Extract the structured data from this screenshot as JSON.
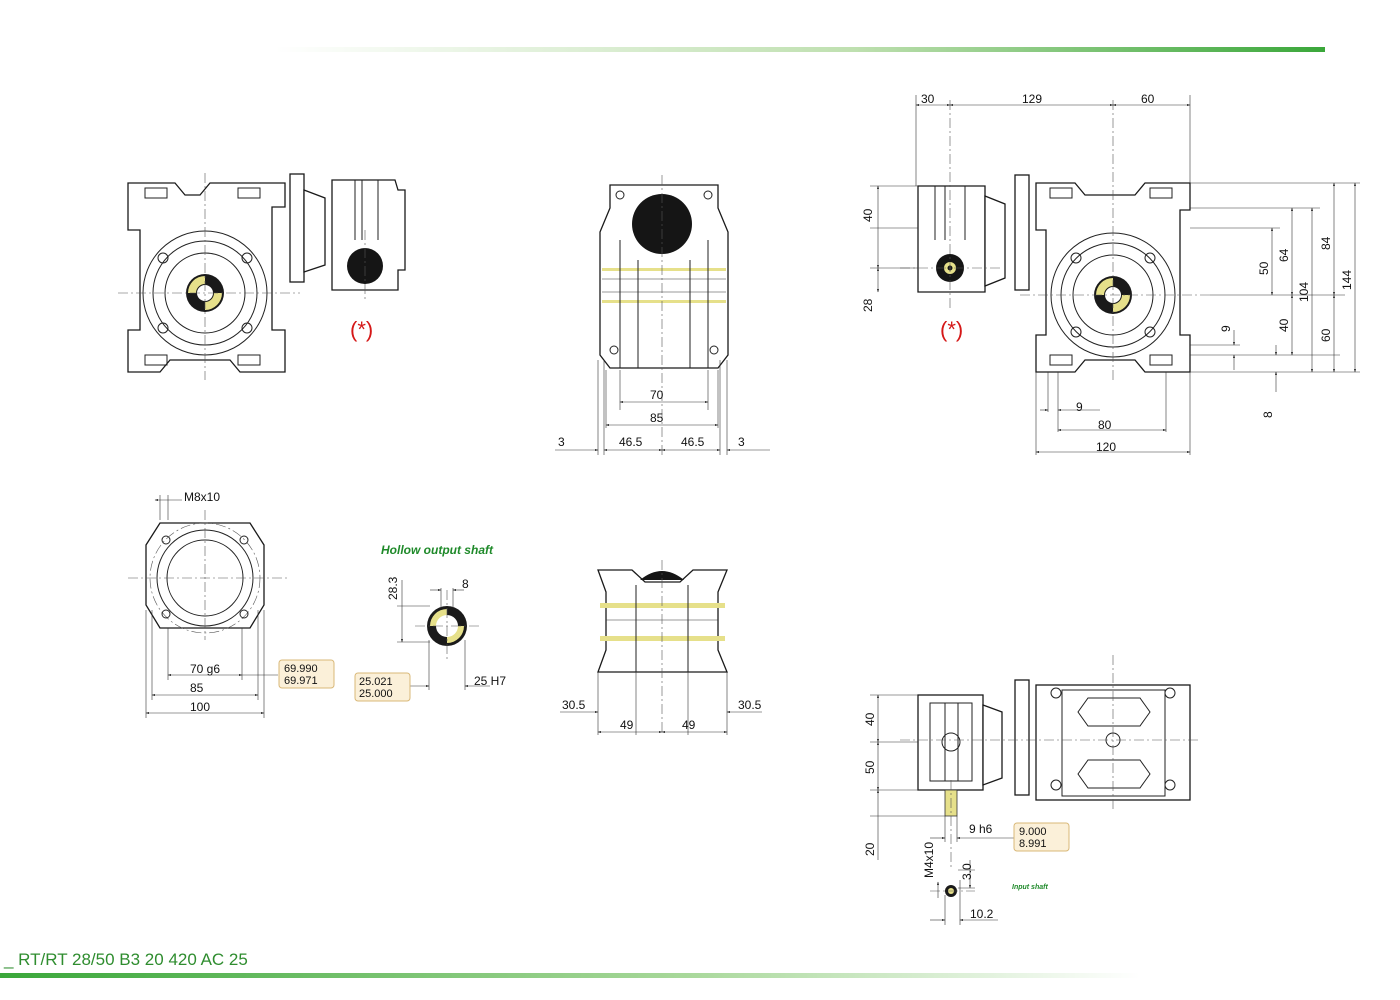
{
  "header": {
    "model_code": "_ RT/RT 28/50 B3 20 420 AC 25"
  },
  "colors": {
    "accent_green": "#3aa73a",
    "note_red": "#d51818",
    "tolerance_fill": "#fbf0d9",
    "shaft_yellow": "#e6e08a"
  },
  "drawing": {
    "note_mark": "(*)",
    "hollow_shaft_title": "Hollow output shaft",
    "input_shaft_title": "Input shaft",
    "front_view": {
      "labels": []
    },
    "side_view": {
      "dims": [
        "70",
        "85",
        "3",
        "46.5",
        "46.5",
        "3"
      ]
    },
    "right_view": {
      "top_dims": [
        "30",
        "129",
        "60"
      ],
      "left_dims": [
        "40",
        "28"
      ],
      "right_dims": [
        "50",
        "64",
        "104",
        "84",
        "144",
        "9",
        "40",
        "60",
        "8"
      ],
      "bottom_dims": [
        "9",
        "80",
        "120"
      ]
    },
    "flange_view": {
      "thread": "M8x10",
      "dims": [
        "70 g6",
        "85",
        "100"
      ],
      "tolerance": [
        "69.990",
        "69.971"
      ]
    },
    "hollow_shaft": {
      "dims": [
        "28.3",
        "8",
        "25 H7"
      ],
      "tolerance": [
        "25.021",
        "25.000"
      ]
    },
    "bottom_center": {
      "dims": [
        "30.5",
        "49",
        "49",
        "30.5"
      ]
    },
    "input_view": {
      "dims": [
        "40",
        "50",
        "20",
        "9 h6",
        "M4x10",
        "3.0",
        "10.2"
      ],
      "tolerance": [
        "9.000",
        "8.991"
      ]
    }
  }
}
